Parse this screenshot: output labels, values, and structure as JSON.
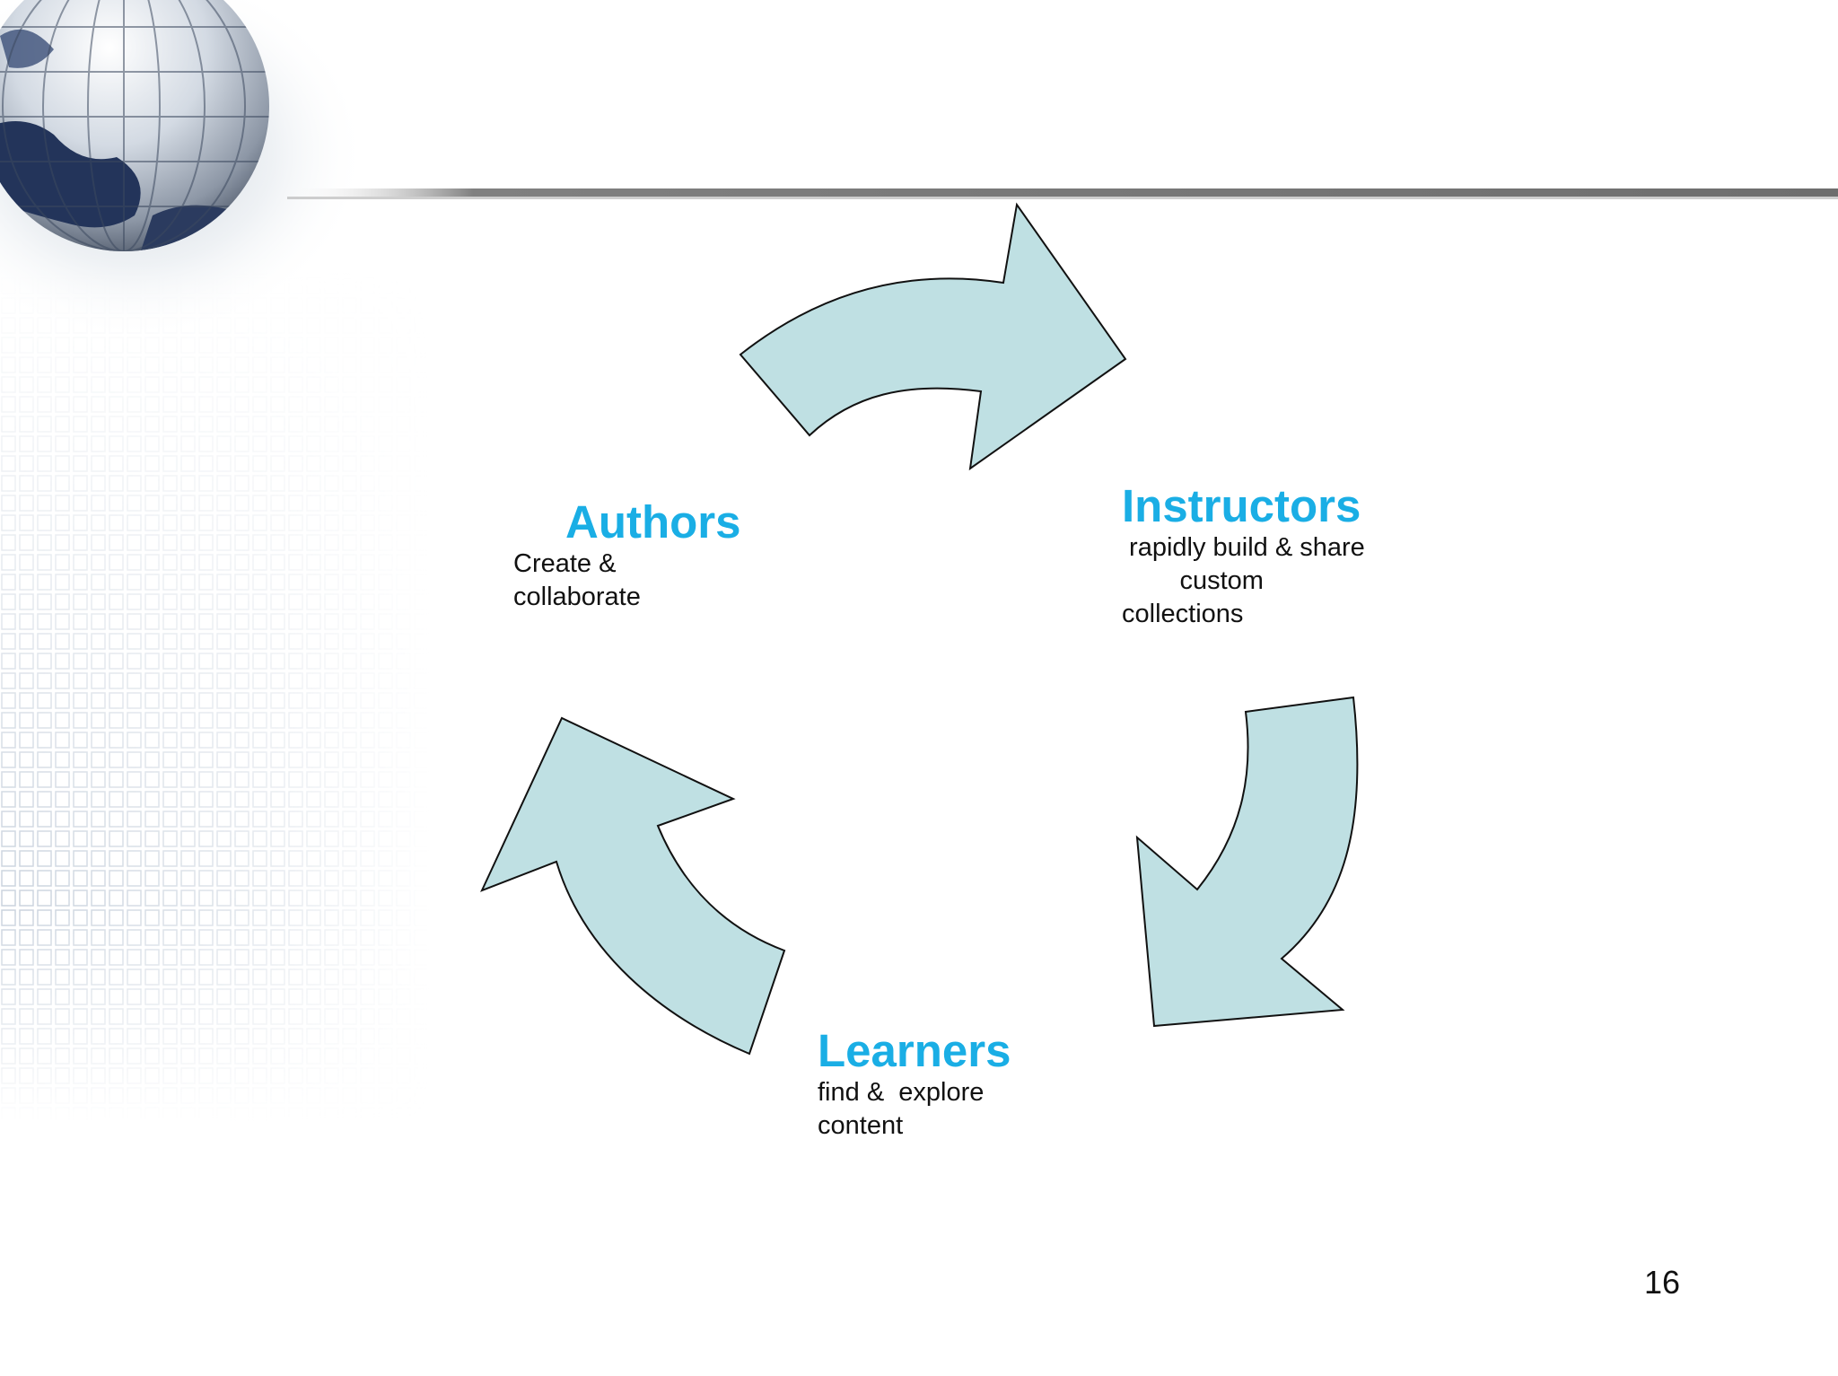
{
  "diagram": {
    "nodes": [
      {
        "id": "authors",
        "title": "Authors",
        "description": "Create &\ncollaborate"
      },
      {
        "id": "instructors",
        "title": "Instructors",
        "description": " rapidly build & share\n        custom\ncollections"
      },
      {
        "id": "learners",
        "title": "Learners",
        "description": "find &  explore\ncontent"
      }
    ],
    "edges": [
      {
        "from": "authors",
        "to": "instructors"
      },
      {
        "from": "instructors",
        "to": "learners"
      },
      {
        "from": "learners",
        "to": "authors"
      }
    ]
  },
  "slide": {
    "page_number": "16"
  },
  "colors": {
    "title_accent": "#1aaee5",
    "arrow_fill": "#bfe0e3",
    "arrow_stroke": "#111111",
    "text": "#111111"
  },
  "icons": {
    "logo": "globe-icon"
  }
}
